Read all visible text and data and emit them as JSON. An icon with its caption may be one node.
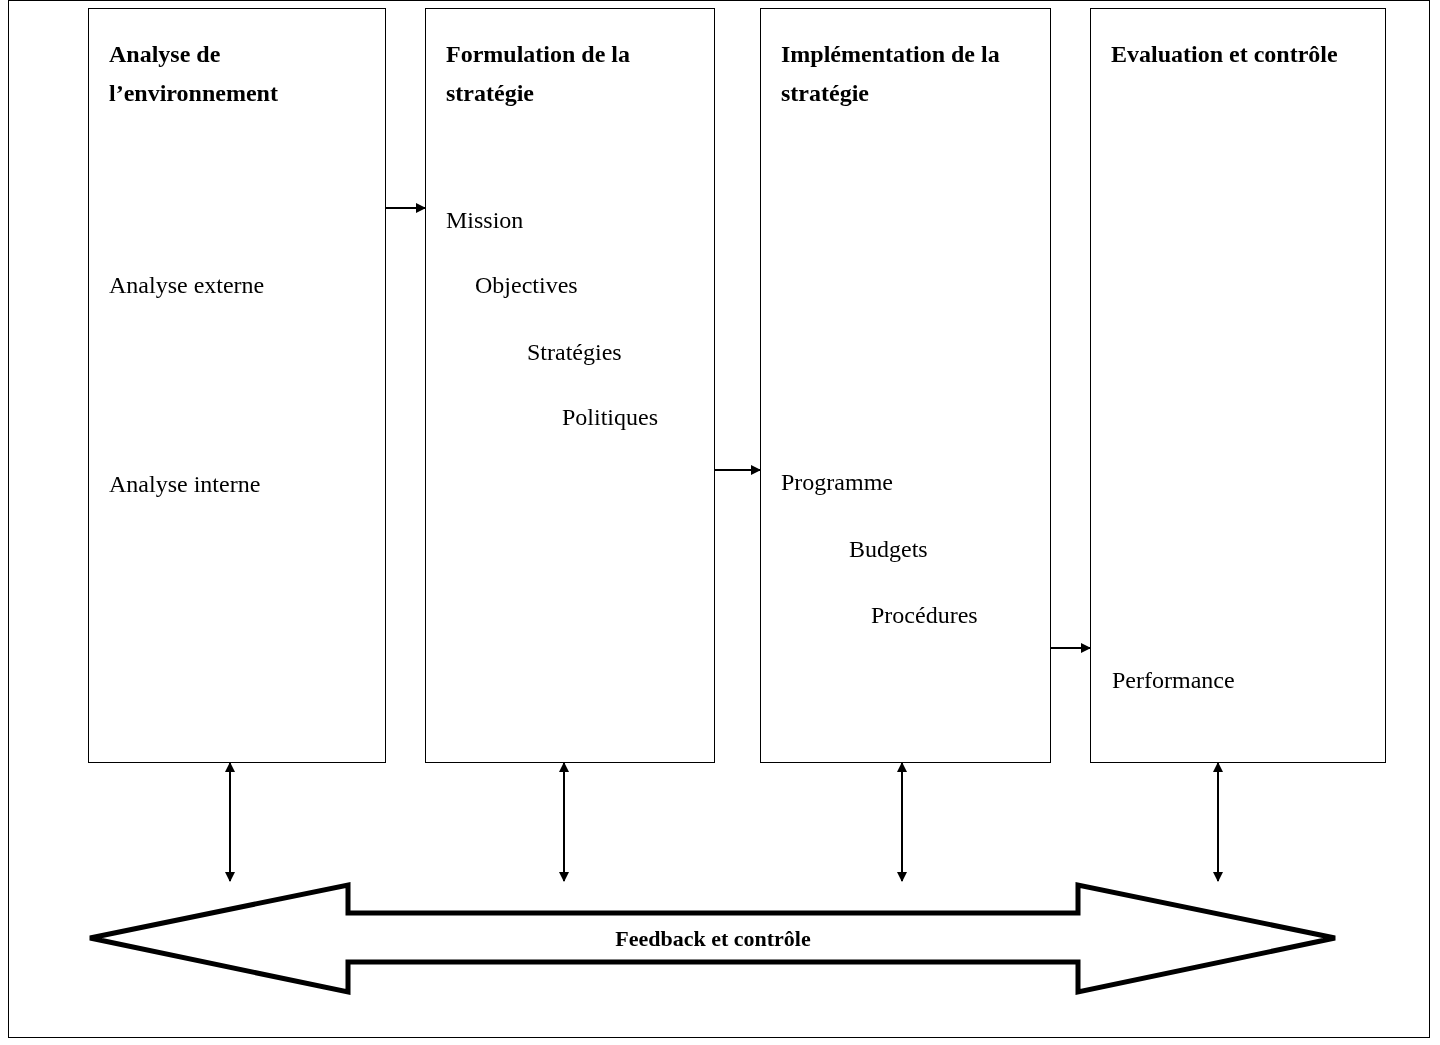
{
  "diagram": {
    "nodes": [
      {
        "text": [
          "Analyse de l’environnement",
          "Analyse externe",
          "Analyse interne"
        ]
      },
      {
        "text": [
          "Formulation de la stratégie",
          "Mission",
          "Objectives",
          "Stratégies",
          "Politiques"
        ]
      },
      {
        "text": [
          "Implémentation de la stratégie",
          "Programme",
          "Budgets",
          "Procédures"
        ]
      },
      {
        "text": [
          "Evaluation et contrôle",
          "Performance"
        ]
      },
      {
        "text": [
          "Feedback et contrôle"
        ]
      }
    ],
    "edges": [
      {
        "from": 0,
        "to": 1,
        "arrow": "to"
      },
      {
        "from": 1,
        "to": 2,
        "arrow": "to"
      },
      {
        "from": 2,
        "to": 3,
        "arrow": "to"
      },
      {
        "from": 0,
        "to": 4,
        "arrow": "both"
      },
      {
        "from": 1,
        "to": 4,
        "arrow": "both"
      },
      {
        "from": 2,
        "to": 4,
        "arrow": "both"
      },
      {
        "from": 3,
        "to": 4,
        "arrow": "both"
      }
    ]
  }
}
